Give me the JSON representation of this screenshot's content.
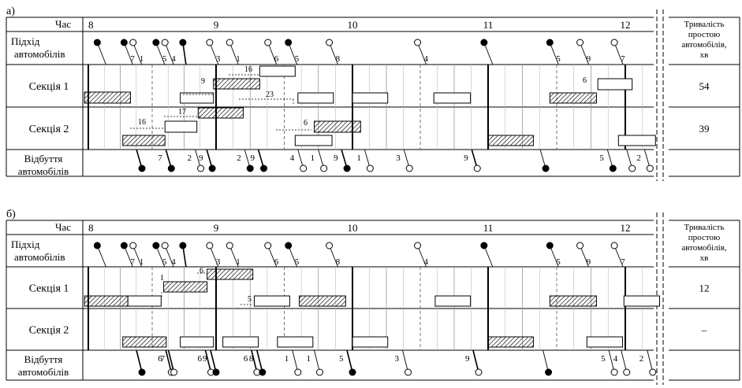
{
  "panels": [
    {
      "letter": "а)",
      "row_labels": {
        "time": "Час",
        "arrival": [
          "Підхід",
          "автомобілів"
        ],
        "section1": "Секція 1",
        "section2": "Секція 2",
        "departure": [
          "Відбуття",
          "автомобілів"
        ]
      },
      "hours": [
        "8",
        "9",
        "10",
        "11",
        "12"
      ],
      "idle_header": [
        "Тривалість",
        "простою",
        "автомобілів,",
        "хв"
      ],
      "idle_values": {
        "section1": "54",
        "section2": "39"
      },
      "arrivals": [
        {
          "x": 8.07,
          "f": 1,
          "n": "",
          "d": 0
        },
        {
          "x": 8.28,
          "f": 1,
          "n": "7",
          "d": 0
        },
        {
          "x": 8.35,
          "f": 0,
          "n": "1",
          "d": 0
        },
        {
          "x": 8.53,
          "f": 1,
          "n": "5",
          "d": 0
        },
        {
          "x": 8.6,
          "f": 0,
          "n": "4",
          "d": 0
        },
        {
          "x": 8.74,
          "f": 1,
          "n": "",
          "d": 1
        },
        {
          "x": 8.95,
          "f": 0,
          "n": "3",
          "d": 0
        },
        {
          "x": 9.1,
          "f": 0,
          "n": "1",
          "d": 0
        },
        {
          "x": 9.38,
          "f": 0,
          "n": "6",
          "d": 0
        },
        {
          "x": 9.53,
          "f": 1,
          "n": "5",
          "d": 0
        },
        {
          "x": 9.83,
          "f": 0,
          "n": "8",
          "d": 0
        },
        {
          "x": 10.48,
          "f": 0,
          "n": "4",
          "d": 0
        },
        {
          "x": 10.97,
          "f": 1,
          "n": "",
          "d": 0
        },
        {
          "x": 11.45,
          "f": 1,
          "n": "5",
          "d": 0
        },
        {
          "x": 11.67,
          "f": 0,
          "n": "9",
          "d": 0
        },
        {
          "x": 11.92,
          "f": 0,
          "n": "7",
          "d": 0
        }
      ],
      "departures": [
        {
          "x": 8.42,
          "f": 1,
          "n": "",
          "d": 1
        },
        {
          "x": 8.65,
          "f": 1,
          "n": "7",
          "d": 1
        },
        {
          "x": 8.88,
          "f": 0,
          "n": "2",
          "d": 0
        },
        {
          "x": 8.97,
          "f": 1,
          "n": "9",
          "d": 1
        },
        {
          "x": 9.25,
          "f": 1,
          "n": "2",
          "d": 0
        },
        {
          "x": 9.35,
          "f": 1,
          "n": "9",
          "d": 1
        },
        {
          "x": 9.64,
          "f": 0,
          "n": "4",
          "d": 0
        },
        {
          "x": 9.79,
          "f": 0,
          "n": "1",
          "d": 0
        },
        {
          "x": 9.96,
          "f": 1,
          "n": "9",
          "d": 1
        },
        {
          "x": 10.13,
          "f": 0,
          "n": "1",
          "d": 0
        },
        {
          "x": 10.42,
          "f": 0,
          "n": "3",
          "d": 0
        },
        {
          "x": 10.92,
          "f": 0,
          "n": "9",
          "d": 1
        },
        {
          "x": 11.42,
          "f": 1,
          "n": "",
          "d": 0
        },
        {
          "x": 11.91,
          "f": 1,
          "n": "5",
          "d": 0
        },
        {
          "x": 12.05,
          "f": 0,
          "n": "",
          "d": 0
        },
        {
          "x": 12.18,
          "f": 0,
          "n": "2",
          "d": 0
        }
      ],
      "s1_bars": [
        {
          "a": 7.97,
          "b": 8.33,
          "h": 1
        },
        {
          "a": 8.72,
          "b": 8.98,
          "h": 0
        },
        {
          "a": 8.98,
          "b": 9.32,
          "h": 1
        },
        {
          "a": 9.32,
          "b": 9.58,
          "h": 0
        },
        {
          "a": 9.6,
          "b": 9.86,
          "h": 0
        },
        {
          "a": 10.0,
          "b": 10.26,
          "h": 0
        },
        {
          "a": 10.6,
          "b": 10.87,
          "h": 0
        },
        {
          "a": 11.45,
          "b": 11.79,
          "h": 1
        },
        {
          "a": 11.8,
          "b": 12.05,
          "h": 0
        }
      ],
      "s2_bars": [
        {
          "a": 8.86,
          "b": 9.2,
          "h": 1
        },
        {
          "a": 8.6,
          "b": 8.85,
          "h": 0
        },
        {
          "a": 8.27,
          "b": 8.6,
          "h": 1
        },
        {
          "a": 9.72,
          "b": 10.06,
          "h": 1
        },
        {
          "a": 9.58,
          "b": 9.85,
          "h": 0
        },
        {
          "a": 11.0,
          "b": 11.33,
          "h": 1
        },
        {
          "a": 11.95,
          "b": 12.22,
          "h": 0
        }
      ],
      "annotations": [
        "16",
        "9",
        "23",
        "17",
        "16",
        "6",
        "6"
      ]
    },
    {
      "letter": "б)",
      "row_labels": {
        "time": "Час",
        "arrival": [
          "Підхід",
          "автомобілів"
        ],
        "section1": "Секція 1",
        "section2": "Секція 2",
        "departure": [
          "Відбуття",
          "автомобілів"
        ]
      },
      "hours": [
        "8",
        "9",
        "10",
        "11",
        "12"
      ],
      "idle_header": [
        "Тривалість",
        "простою",
        "автомобілів,",
        "хв"
      ],
      "idle_values": {
        "section1": "12",
        "section2": "–"
      },
      "arrivals": [
        {
          "x": 8.07,
          "f": 1,
          "n": "",
          "d": 0
        },
        {
          "x": 8.28,
          "f": 1,
          "n": "7",
          "d": 0
        },
        {
          "x": 8.35,
          "f": 0,
          "n": "1",
          "d": 0
        },
        {
          "x": 8.53,
          "f": 1,
          "n": "5",
          "d": 0
        },
        {
          "x": 8.6,
          "f": 0,
          "n": "4",
          "d": 0
        },
        {
          "x": 8.74,
          "f": 1,
          "n": "",
          "d": 1
        },
        {
          "x": 8.95,
          "f": 0,
          "n": "3",
          "d": 0
        },
        {
          "x": 9.1,
          "f": 0,
          "n": "1",
          "d": 0
        },
        {
          "x": 9.38,
          "f": 0,
          "n": "6",
          "d": 0
        },
        {
          "x": 9.53,
          "f": 1,
          "n": "5",
          "d": 0
        },
        {
          "x": 9.83,
          "f": 0,
          "n": "8",
          "d": 0
        },
        {
          "x": 10.48,
          "f": 0,
          "n": "4",
          "d": 0
        },
        {
          "x": 10.97,
          "f": 1,
          "n": "",
          "d": 0
        },
        {
          "x": 11.45,
          "f": 1,
          "n": "5",
          "d": 0
        },
        {
          "x": 11.67,
          "f": 0,
          "n": "9",
          "d": 0
        },
        {
          "x": 11.92,
          "f": 0,
          "n": "7",
          "d": 0
        }
      ],
      "departures": [
        {
          "x": 8.42,
          "f": 1,
          "n": "",
          "d": 1
        },
        {
          "x": 8.65,
          "f": 0,
          "n": "6",
          "d": 1
        },
        {
          "x": 8.67,
          "f": 0,
          "n": "7",
          "d": 1
        },
        {
          "x": 8.96,
          "f": 0,
          "n": "6",
          "d": 1
        },
        {
          "x": 9.0,
          "f": 1,
          "n": "9",
          "d": 1
        },
        {
          "x": 9.3,
          "f": 0,
          "n": "6",
          "d": 1
        },
        {
          "x": 9.34,
          "f": 1,
          "n": "8",
          "d": 1
        },
        {
          "x": 9.6,
          "f": 0,
          "n": "1",
          "d": 0
        },
        {
          "x": 9.76,
          "f": 0,
          "n": "1",
          "d": 0
        },
        {
          "x": 10.0,
          "f": 1,
          "n": "5",
          "d": 1
        },
        {
          "x": 10.41,
          "f": 0,
          "n": "3",
          "d": 0
        },
        {
          "x": 10.93,
          "f": 0,
          "n": "9",
          "d": 1
        },
        {
          "x": 11.44,
          "f": 1,
          "n": "",
          "d": 0
        },
        {
          "x": 11.92,
          "f": 0,
          "n": "5",
          "d": 0
        },
        {
          "x": 12.01,
          "f": 0,
          "n": "4",
          "d": 0
        },
        {
          "x": 12.2,
          "f": 0,
          "n": "2",
          "d": 0
        }
      ],
      "s1_bars": [
        {
          "a": 7.97,
          "b": 8.31,
          "h": 1
        },
        {
          "a": 8.31,
          "b": 8.57,
          "h": 0
        },
        {
          "a": 8.59,
          "b": 8.93,
          "h": 1
        },
        {
          "a": 8.93,
          "b": 9.27,
          "h": 1
        },
        {
          "a": 9.28,
          "b": 9.54,
          "h": 0
        },
        {
          "a": 9.61,
          "b": 9.95,
          "h": 1
        },
        {
          "a": 10.61,
          "b": 10.87,
          "h": 0
        },
        {
          "a": 11.45,
          "b": 11.79,
          "h": 1
        },
        {
          "a": 11.99,
          "b": 12.25,
          "h": 0
        }
      ],
      "s2_bars": [
        {
          "a": 8.27,
          "b": 8.61,
          "h": 1
        },
        {
          "a": 8.72,
          "b": 8.98,
          "h": 0
        },
        {
          "a": 9.05,
          "b": 9.31,
          "h": 0
        },
        {
          "a": 9.45,
          "b": 9.71,
          "h": 0
        },
        {
          "a": 10.0,
          "b": 10.26,
          "h": 0
        },
        {
          "a": 11.0,
          "b": 11.33,
          "h": 1
        },
        {
          "a": 11.72,
          "b": 11.98,
          "h": 0
        }
      ],
      "annotations": [
        "1",
        "6",
        "5"
      ]
    }
  ],
  "colors": {
    "ink": "#000000",
    "grid": "#888888"
  }
}
